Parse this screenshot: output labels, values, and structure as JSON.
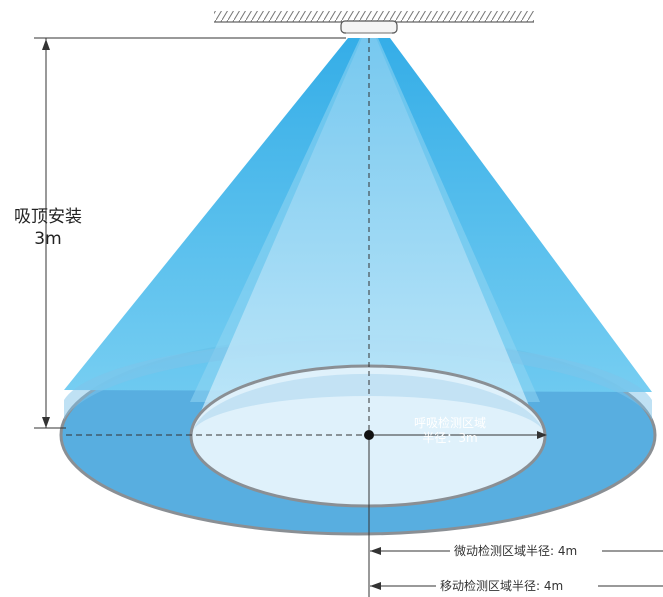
{
  "mount": {
    "type_label": "吸顶安装",
    "height_label": "3m"
  },
  "zones": {
    "breathing": {
      "name": "呼吸检测区域",
      "radius_label": "半径：3m"
    },
    "micro_motion": {
      "label": "微动检测区域半径: 4m"
    },
    "motion": {
      "label": "移动检测区域半径: 4m"
    }
  },
  "colors": {
    "cone_outer": "#4fc0ec",
    "cone_inner": "#b6e2f8",
    "ellipse_outer": "#5ab0df",
    "ellipse_inner": "#dff1fb",
    "ellipse_rim": "#8a8f94",
    "ceiling_hatch": "#777777"
  }
}
